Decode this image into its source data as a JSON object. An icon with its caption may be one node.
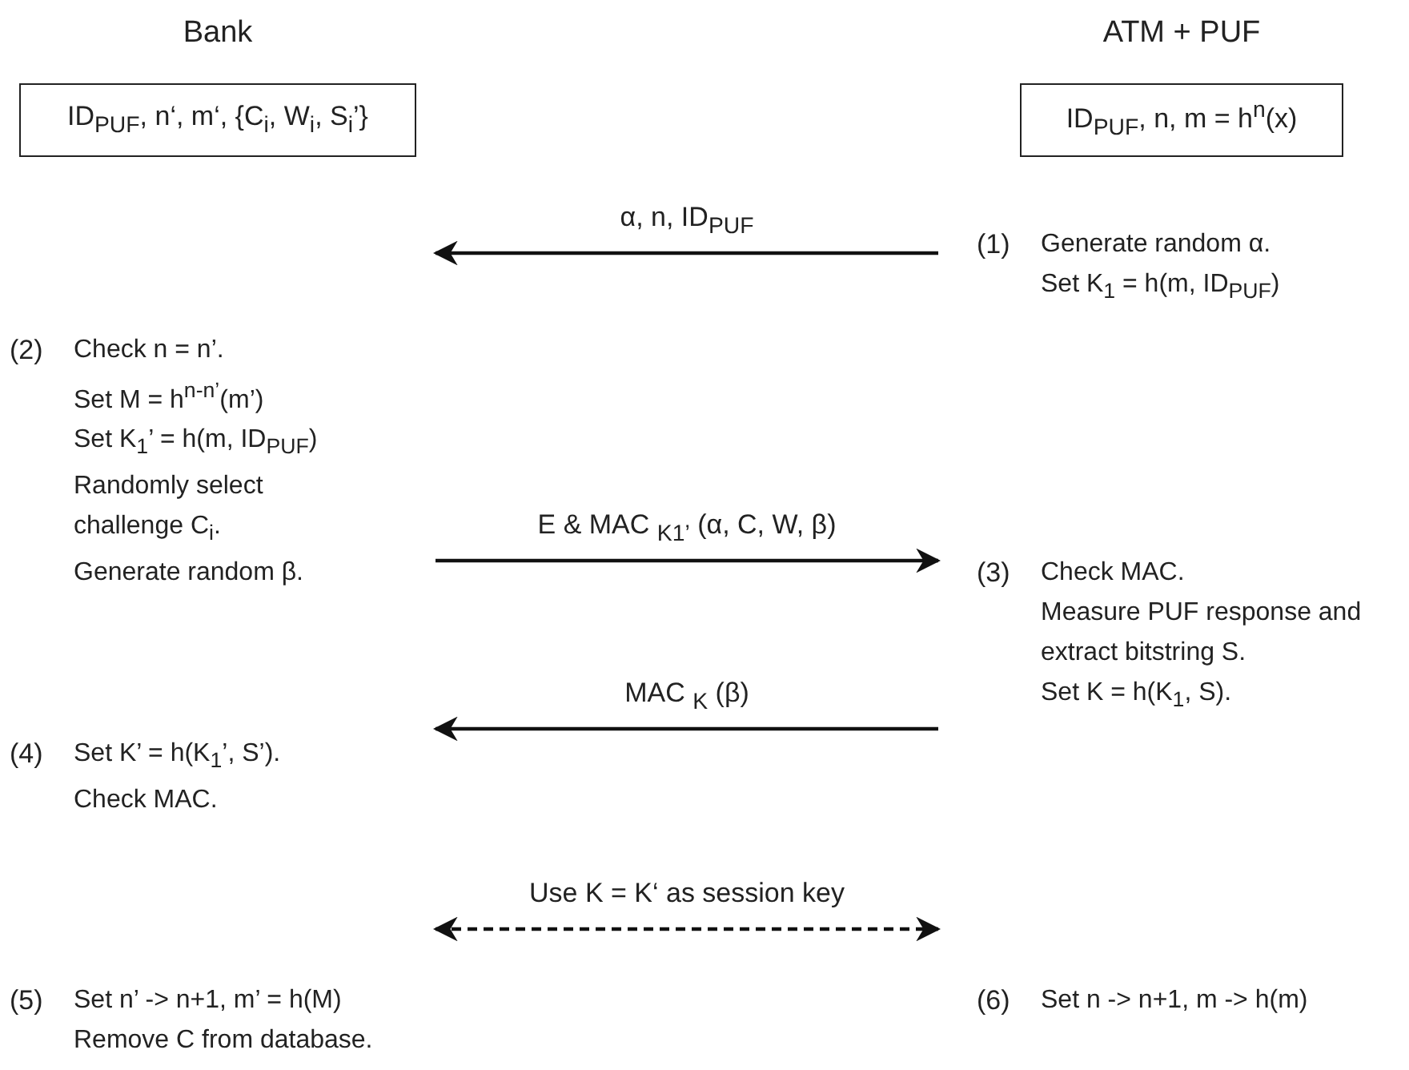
{
  "diagram": {
    "nodes": [
      {
        "text": [
          "Bank",
          "ID$_{PUF}$, n‘, m‘, {C$_{i}$, W$_{i}$, S$_{i}$’}"
        ]
      },
      {
        "text": [
          "ATM + PUF",
          "ID$_{PUF}$, n, m = h$^{n}$(x)"
        ]
      },
      {
        "text": [
          "(1)",
          "Generate random α.",
          "Set K$_{1}$ = h(m, ID$_{PUF}$)"
        ]
      },
      {
        "text": [
          "(2)",
          "Check n = n’.",
          "Set M = h$^{n-n’}$(m’)",
          "Set K$_{1}$’ = h(m, ID$_{PUF}$)",
          "Randomly select challenge C$_{i}$.",
          "Generate random β."
        ]
      },
      {
        "text": [
          "(3)",
          "Check MAC.",
          "Measure PUF response and extract bitstring S.",
          "Set K = h(K$_{1}$, S)."
        ]
      },
      {
        "text": [
          "(4)",
          "Set K’ = h(K$_{1}$’, S’).",
          "Check MAC."
        ]
      },
      {
        "text": [
          "(5)",
          "Set n’ -> n+1, m’ = h(M)",
          "Remove C from database."
        ]
      },
      {
        "text": [
          "(6)",
          "Set n -> n+1, m -> h(m)"
        ]
      }
    ],
    "edges": [
      {
        "from": 2,
        "to": null,
        "arrow": "to",
        "label": "α, n, ID$_{PUF}$"
      },
      {
        "from": 3,
        "to": 4,
        "arrow": "to",
        "label": "E & MAC $_{K1’}$ (α, C, W, β)"
      },
      {
        "from": 4,
        "to": null,
        "arrow": "to",
        "label": "MAC $_{K}$ (β)"
      },
      {
        "from": 6,
        "to": 7,
        "arrow": "both",
        "label": "Use K = K‘ as session key",
        "style": "dashed"
      }
    ]
  }
}
